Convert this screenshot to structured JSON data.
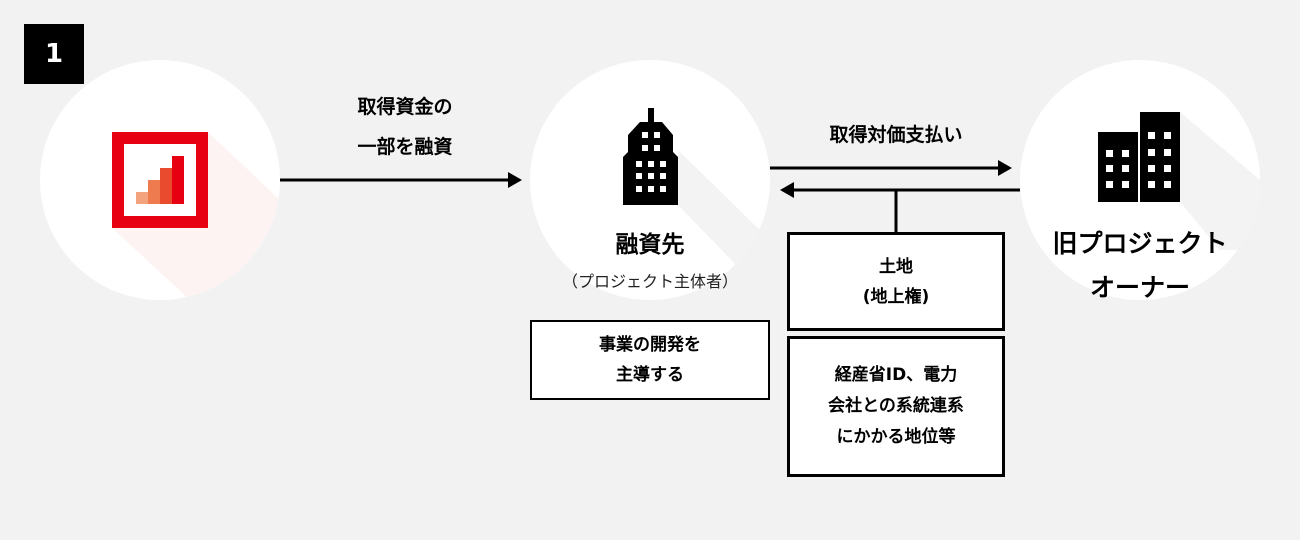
{
  "step_number": "1",
  "arrows": {
    "financing": [
      "取得資金の",
      "一部を融資"
    ],
    "payment": "取得対価支払い"
  },
  "borrower": {
    "title": "融資先",
    "subtitle": "（プロジェクト主体者）",
    "role": [
      "事業の開発を",
      "主導する"
    ]
  },
  "former_owner": {
    "title": [
      "旧プロジェクト",
      "オーナー"
    ]
  },
  "transferred_assets": {
    "land": [
      "土地",
      "(地上権)"
    ],
    "rights": [
      "経産省ID、電力",
      "会社との系統連系",
      "にかかる地位等"
    ]
  },
  "colors": {
    "brand_red": "#e60012",
    "background": "#f2f2f2"
  },
  "icons": [
    "lender-logo-icon",
    "tower-building-icon",
    "office-buildings-icon"
  ]
}
